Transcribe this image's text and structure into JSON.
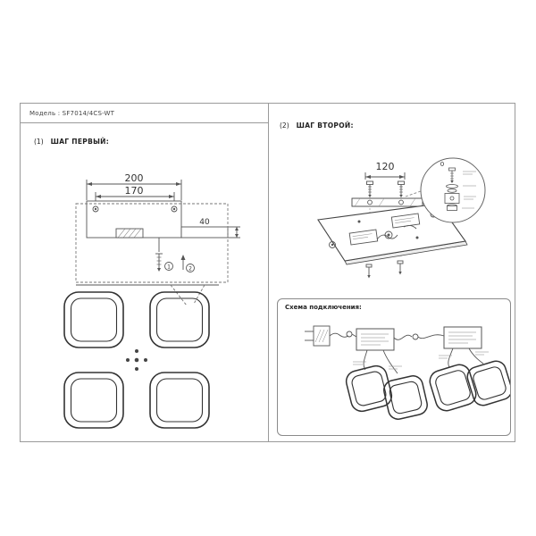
{
  "header": {
    "model_label": "Модель : SF7014/4CS-WT"
  },
  "steps": {
    "step1_num": "(1)",
    "step1_title": "ШАГ ПЕРВЫЙ:",
    "step2_num": "(2)",
    "step2_title": "ШАГ ВТОРОЙ:"
  },
  "dimensions": {
    "width_total": "200",
    "hole_spacing": "170",
    "flange_height": "40",
    "screw_spacing": "120",
    "detail_label": "0"
  },
  "callouts": {
    "part1": "1",
    "part2": "2"
  },
  "connection": {
    "title": "Схема подключения:"
  },
  "colors": {
    "line": "#555555",
    "ring": "#333333",
    "border": "#9a9a9a"
  }
}
